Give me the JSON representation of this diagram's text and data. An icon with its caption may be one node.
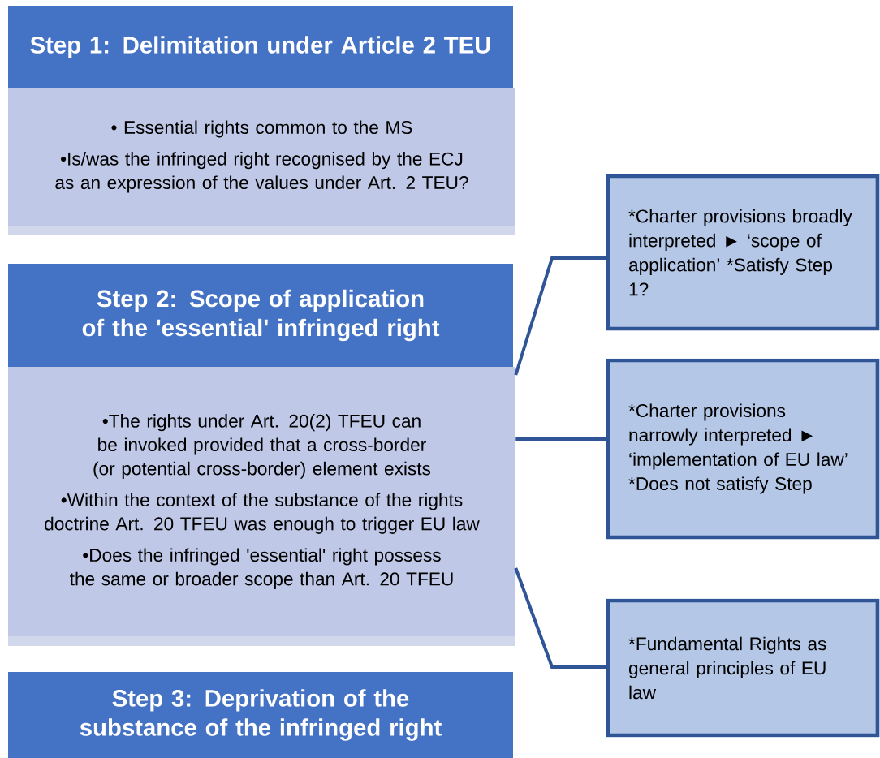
{
  "diagram": {
    "nodes": [
      {
        "text": [
          "Step 1: Delimitation under Article 2 TEU"
        ]
      },
      {
        "text": [
          "• Essential rights common to the MS",
          "•Is/was the infringed right recognised by the ECJ as an expression of the values under Art. 2 TEU?"
        ]
      },
      {
        "text": [
          "Step 2: Scope of application of the 'essential' infringed right"
        ]
      },
      {
        "text": [
          "•The rights under Art. 20(2) TFEU can be invoked provided that a cross-border (or potential cross-border) element exists",
          "•Within the context of the substance of the rights doctrine Art. 20 TFEU was enough to trigger EU law",
          "•Does the infringed 'essential' right possess the same or broader scope than Art. 20 TFEU"
        ]
      },
      {
        "text": [
          "Step 3: Deprivation of the substance of the infringed right"
        ]
      },
      {
        "text": [
          "*Charter provisions broadly interpreted ► ‘scope of application’ *Satisfy Step 1?"
        ]
      },
      {
        "text": [
          "*Charter provisions narrowly interpreted ► ‘implementation of EU law’ *Does not satisfy Step"
        ]
      },
      {
        "text": [
          "*Fundamental Rights as general principles of EU law"
        ]
      }
    ],
    "edges": [
      {
        "from": 3,
        "to": 5,
        "arrow": "none"
      },
      {
        "from": 3,
        "to": 6,
        "arrow": "none"
      },
      {
        "from": 3,
        "to": 7,
        "arrow": "none"
      }
    ]
  }
}
